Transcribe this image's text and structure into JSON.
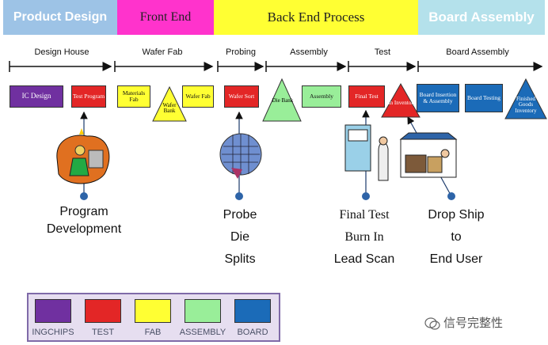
{
  "header": {
    "product_design": "Product Design",
    "front_end": "Front End",
    "back_end": "Back End Process",
    "board_assembly": "Board Assembly"
  },
  "stages": {
    "design_house": "Design House",
    "wafer_fab": "Wafer Fab",
    "probing": "Probing",
    "assembly": "Assembly",
    "test": "Test",
    "board_assembly": "Board Assembly"
  },
  "steps": {
    "ic_design": "IC Design",
    "test_program": "Test Program",
    "materials_fab": "Materials Fab",
    "wafer_bank": "Wafer Bank",
    "wafer_fab": "Wafer Fab",
    "wafer_sort": "Wafer Sort",
    "die_bank": "Die Bank",
    "assembly": "Assembly",
    "final_test": "Final Test",
    "fin_inventory": "Fin Inventory",
    "board_insertion": "Board Insertion & Assembly",
    "board_testing": "Board Testing",
    "finished_goods": "Finished Goods Inventory"
  },
  "callouts": {
    "program": "Program",
    "development": "Development",
    "probe": "Probe",
    "die": "Die",
    "splits": "Splits",
    "final_test": "Final Test",
    "burn_in": "Burn In",
    "lead_scan": "Lead Scan",
    "drop_ship": "Drop Ship",
    "to": "to",
    "end_user": "End User"
  },
  "legend": [
    {
      "label": "INGCHIPS",
      "color": "#7030a0"
    },
    {
      "label": "TEST",
      "color": "#e32626"
    },
    {
      "label": "FAB",
      "color": "#ffff33"
    },
    {
      "label": "ASSEMBLY",
      "color": "#99ee99"
    },
    {
      "label": "BOARD",
      "color": "#1b6bb8"
    }
  ],
  "watermark": "信号完整性"
}
